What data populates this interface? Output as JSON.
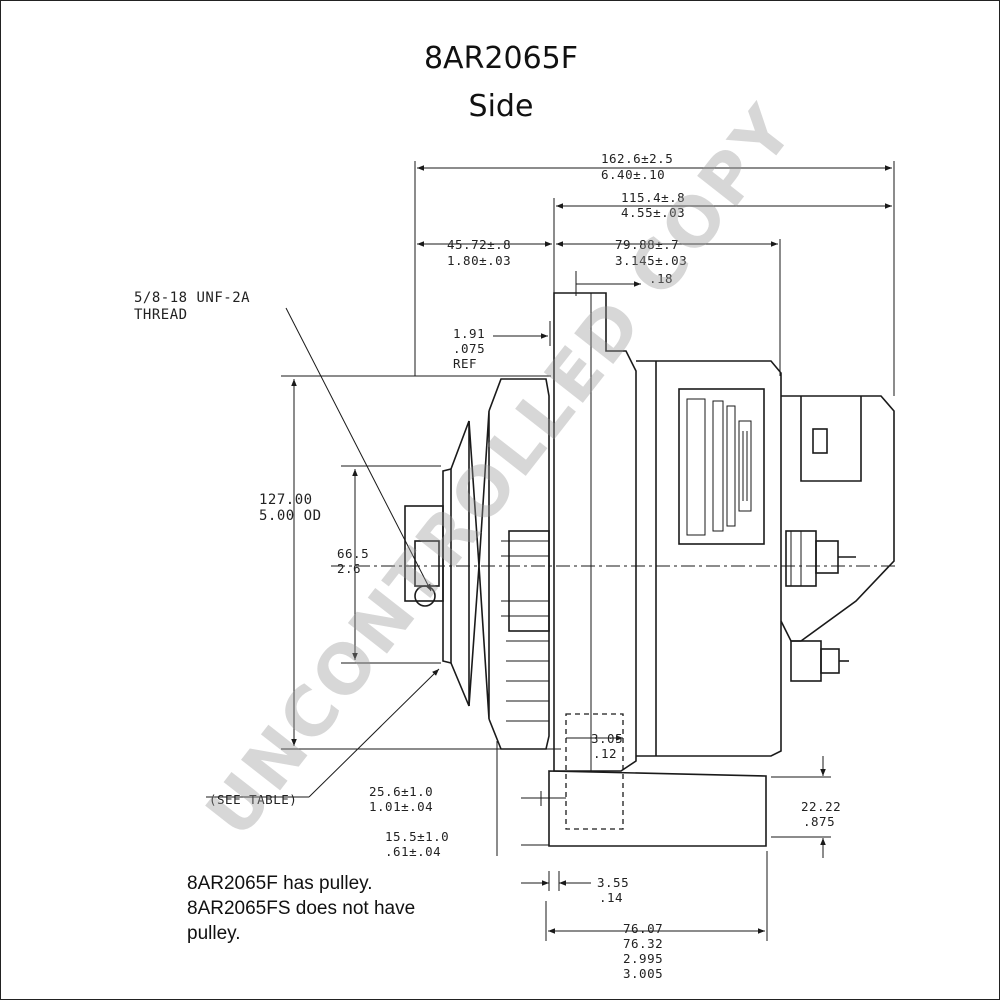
{
  "title": "8AR2065F",
  "subtitle": "Side",
  "watermark": "UNCONTROLLED COPY",
  "thread_callout": {
    "line1": "5/8-18 UNF-2A",
    "line2": "THREAD"
  },
  "see_table": "(SEE TABLE)",
  "dimensions": {
    "overall_length": {
      "mm": "162.6±2.5",
      "in": "6.40±.10"
    },
    "housing_length": {
      "mm": "115.4±.8",
      "in": "4.55±.03"
    },
    "pulley_offset": {
      "mm": "45.72±.8",
      "in": "1.80±.03"
    },
    "mount_to_rear": {
      "mm": "79.88±.7",
      "in": "3.145±.03"
    },
    "small_top": {
      "mm": ".18"
    },
    "ear_thickness": {
      "mm": "1.91",
      "in": ".075",
      "ref": "REF"
    },
    "pulley_diameter": {
      "mm": "127.00",
      "in": "5.00 OD"
    },
    "hub_diameter": {
      "mm": "66.5",
      "in": "2.6"
    },
    "bolt_offset": {
      "mm": "3.05",
      "in": ".12"
    },
    "pulley_groove": {
      "mm": "25.6±1.0",
      "in": "1.01±.04"
    },
    "foot_offset": {
      "mm": "15.5±1.0",
      "in": ".61±.04"
    },
    "foot_height": {
      "mm": "22.22",
      "in": ".875"
    },
    "foot_gap": {
      "mm": "3.55",
      "in": ".14"
    },
    "foot_width": {
      "mm1": "76.07",
      "mm2": "76.32",
      "in1": "2.995",
      "in2": "3.005"
    }
  },
  "notes": [
    "8AR2065F has pulley.",
    "8AR2065FS does not have",
    "pulley."
  ]
}
